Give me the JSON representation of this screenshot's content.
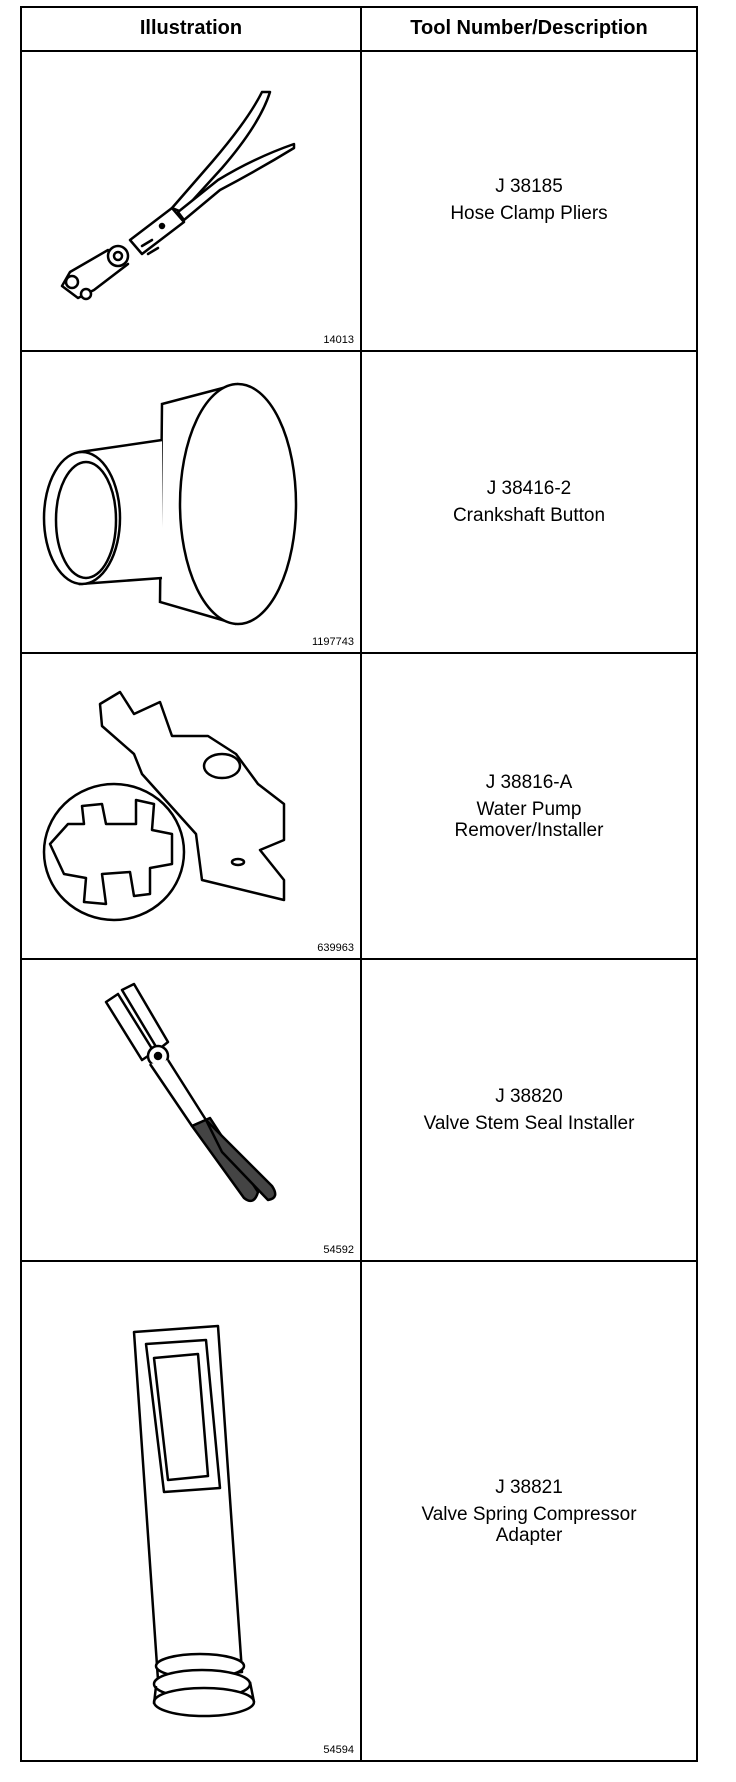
{
  "header": {
    "col1": "Illustration",
    "col2": "Tool Number/Description"
  },
  "rows": [
    {
      "figure": "14013",
      "tool_number": "J 38185",
      "desc1": "Hose Clamp Pliers",
      "desc2": "",
      "icon": "hose-clamp-pliers-icon"
    },
    {
      "figure": "1197743",
      "tool_number": "J 38416-2",
      "desc1": "Crankshaft Button",
      "desc2": "",
      "icon": "crankshaft-button-icon"
    },
    {
      "figure": "639963",
      "tool_number": "J 38816-A",
      "desc1": "Water Pump",
      "desc2": "Remover/Installer",
      "icon": "water-pump-remover-icon"
    },
    {
      "figure": "54592",
      "tool_number": "J 38820",
      "desc1": "Valve Stem Seal Installer",
      "desc2": "",
      "icon": "valve-stem-seal-installer-icon"
    },
    {
      "figure": "54594",
      "tool_number": "J 38821",
      "desc1": "Valve Spring Compressor",
      "desc2": "Adapter",
      "icon": "valve-spring-compressor-adapter-icon"
    }
  ]
}
